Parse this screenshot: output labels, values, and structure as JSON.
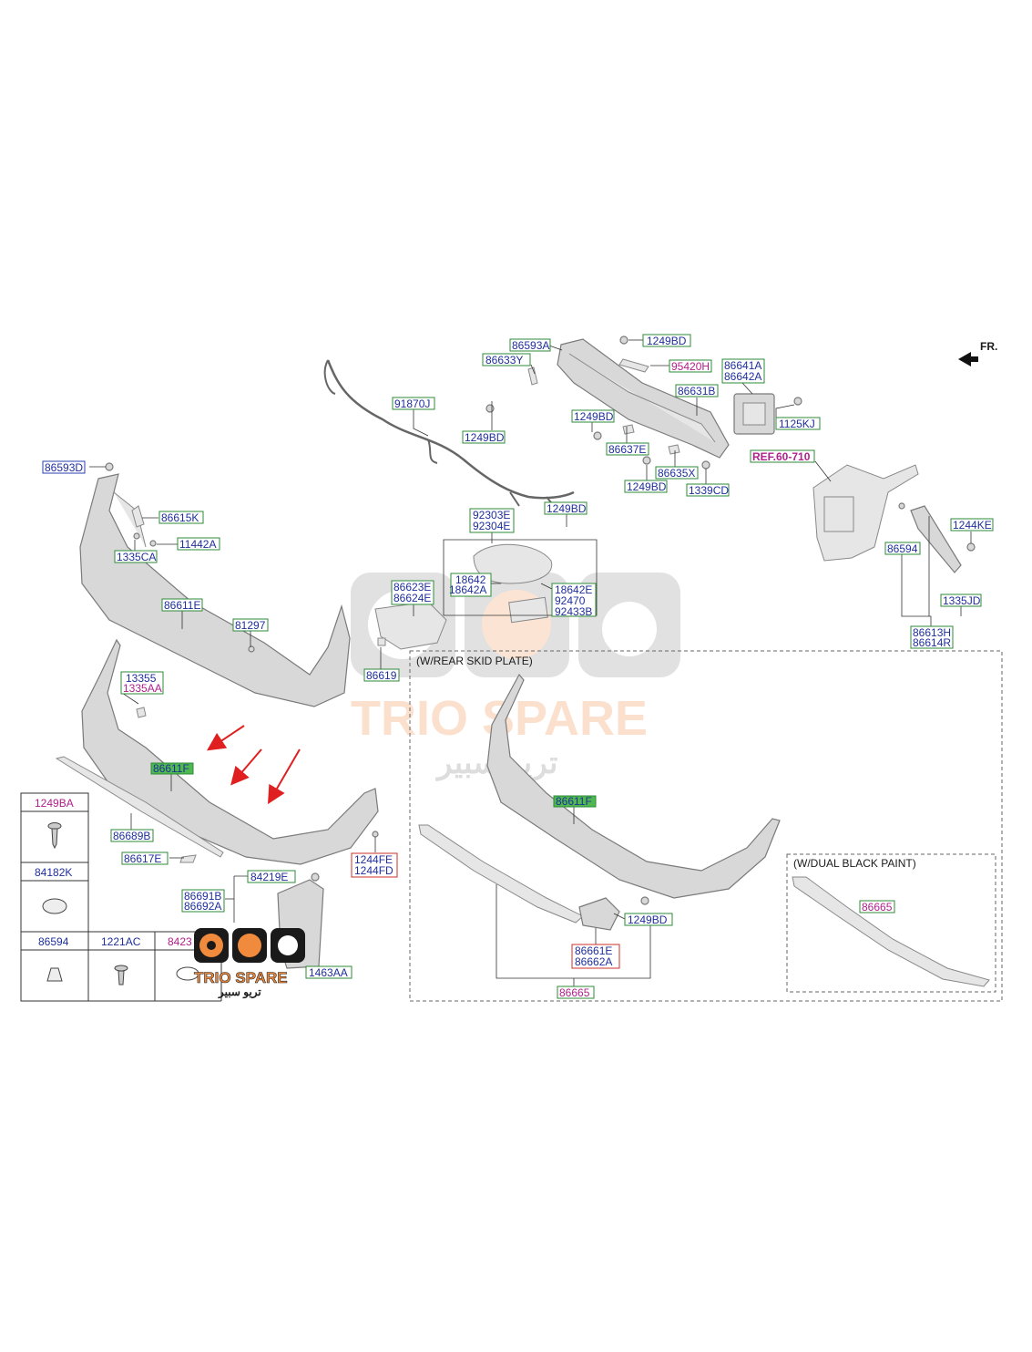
{
  "labels": {
    "l86593A": "86593A",
    "l86633Y": "86633Y",
    "l1249BD_a": "1249BD",
    "l95420H": "95420H",
    "l91870J": "91870J",
    "l1249BD_b": "1249BD",
    "l86641A": "86641A",
    "l86642A": "86642A",
    "l86631B": "86631B",
    "l1249BD_c": "1249BD",
    "l1125KJ": "1125KJ",
    "l86637E": "86637E",
    "l86635X": "86635X",
    "lREF": "REF.60-710",
    "l1249BD_d": "1249BD",
    "l1339CD": "1339CD",
    "l86593D": "86593D",
    "l86615K": "86615K",
    "l11442A": "11442A",
    "l1335CA": "1335CA",
    "l92303E": "92303E",
    "l92304E": "92304E",
    "l1249BD_e": "1249BD",
    "l1244KE": "1244KE",
    "l86594_r": "86594",
    "l18642": "18642",
    "l18642A": "18642A",
    "l18642E": "18642E",
    "l92470": "92470",
    "l92433B": "92433B",
    "l86623E": "86623E",
    "l86624E": "86624E",
    "l1335JD": "1335JD",
    "l86611E": "86611E",
    "l81297": "81297",
    "l86613H": "86613H",
    "l86614R": "86614R",
    "l86619": "86619",
    "l13355": "13355",
    "l1335AA": "1335AA",
    "l86611F_a": "86611F",
    "l86611F_b": "86611F",
    "l86689B": "86689B",
    "l86617E": "86617E",
    "l1244FE": "1244FE",
    "l1244FD": "1244FD",
    "l84219E": "84219E",
    "l86691B": "86691B",
    "l86692A": "86692A",
    "l1463AA": "1463AA",
    "l1249BD_f": "1249BD",
    "l86661E": "86661E",
    "l86662A": "86662A",
    "l86665_a": "86665",
    "l86665_b": "86665"
  },
  "headings": {
    "fr": "FR.",
    "skid_plate": "(W/REAR SKID PLATE)",
    "dual_black": "(W/DUAL BLACK PAINT)"
  },
  "legend_table": {
    "cells": [
      "1249BA",
      "84182K",
      "86594",
      "1221AC",
      "8423"
    ]
  },
  "watermark": {
    "brand": "TRIO SPARE",
    "arabic": "تريو سبير"
  },
  "colors": {
    "label_blue": "#1e2f9c",
    "label_magenta": "#b0208c",
    "box_green": "#2e8b3a",
    "box_red": "#d0302a",
    "highlight_green": "#4fb84f",
    "arrow_red": "#e02020",
    "watermark_orange": "#f08a3c"
  }
}
